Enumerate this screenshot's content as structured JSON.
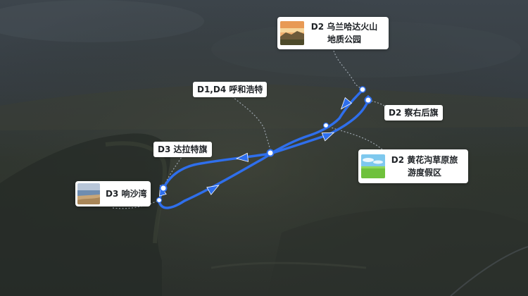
{
  "map": {
    "route_color": "#2f6fec",
    "leader_color": "#9aa3ab",
    "background": "dark aerial grassland and volcanic terrain"
  },
  "places": {
    "wulanhada": {
      "line1": "D2 乌兰哈达火山",
      "line2": "地质公园",
      "photo": "volcano-sunset-photo"
    },
    "chayouhouqi": {
      "label": "D2 察右后旗"
    },
    "huhehaote": {
      "label": "D1,D4 呼和浩特"
    },
    "huanghuagou": {
      "line1": "D2 黄花沟草原旅",
      "line2": "游度假区",
      "photo": "grassland-photo"
    },
    "dalateqi": {
      "label": "D3 达拉特旗"
    },
    "xiangshawan": {
      "label": "D3 响沙湾",
      "photo": "desert-lake-photo"
    }
  }
}
